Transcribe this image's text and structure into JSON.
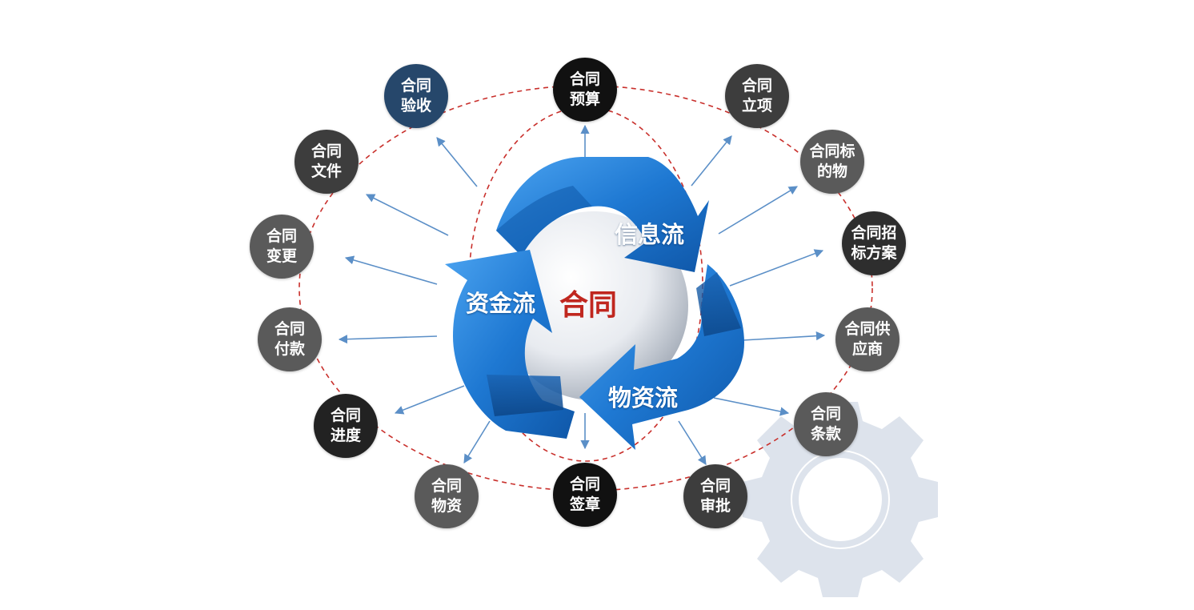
{
  "center": {
    "label": "合同"
  },
  "flows": {
    "info": "信息流",
    "capital": "资金流",
    "material": "物资流"
  },
  "nodes": {
    "budget": "合同\n预算",
    "approval_project": "合同\n立项",
    "subject": "合同标\n的物",
    "tender": "合同招\n标方案",
    "supplier": "合同供\n应商",
    "clauses": "合同\n条款",
    "review": "合同\n审批",
    "seal": "合同\n签章",
    "material": "合同\n物资",
    "progress": "合同\n进度",
    "payment": "合同\n付款",
    "change": "合同\n变更",
    "file": "合同\n文件",
    "acceptance": "合同\n验收"
  },
  "colors": {
    "ring_dash": "#c9302c",
    "arrow": "#5b8fc7",
    "recycle_blue": "#1e78d2",
    "node_black": "#111111",
    "node_dark_gray": "#3d3d3d",
    "node_gray": "#5a5a5a",
    "node_navy": "#26476b",
    "gear": "#dde3ec",
    "center_text": "#c0271f"
  }
}
